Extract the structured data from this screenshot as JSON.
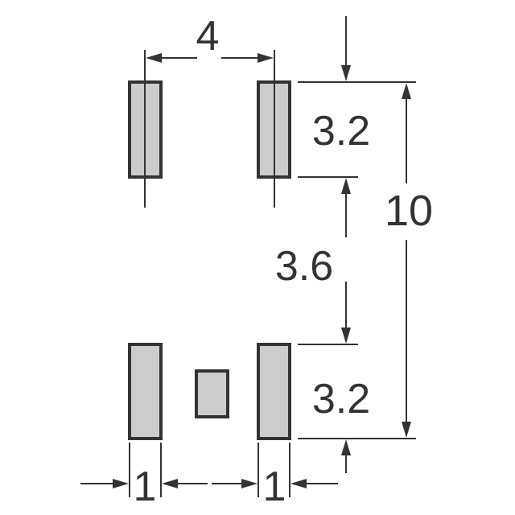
{
  "diagram": {
    "labels": {
      "pitch_horizontal": "4",
      "pad_height_top": "3.2",
      "gap_vertical": "3.6",
      "overall_height": "10",
      "pad_height_bottom": "3.2",
      "pad_width_left": "1",
      "pad_width_right": "1"
    },
    "colors": {
      "pad_fill": "#cccccc",
      "outline": "#333333",
      "background": "#ffffff"
    }
  }
}
